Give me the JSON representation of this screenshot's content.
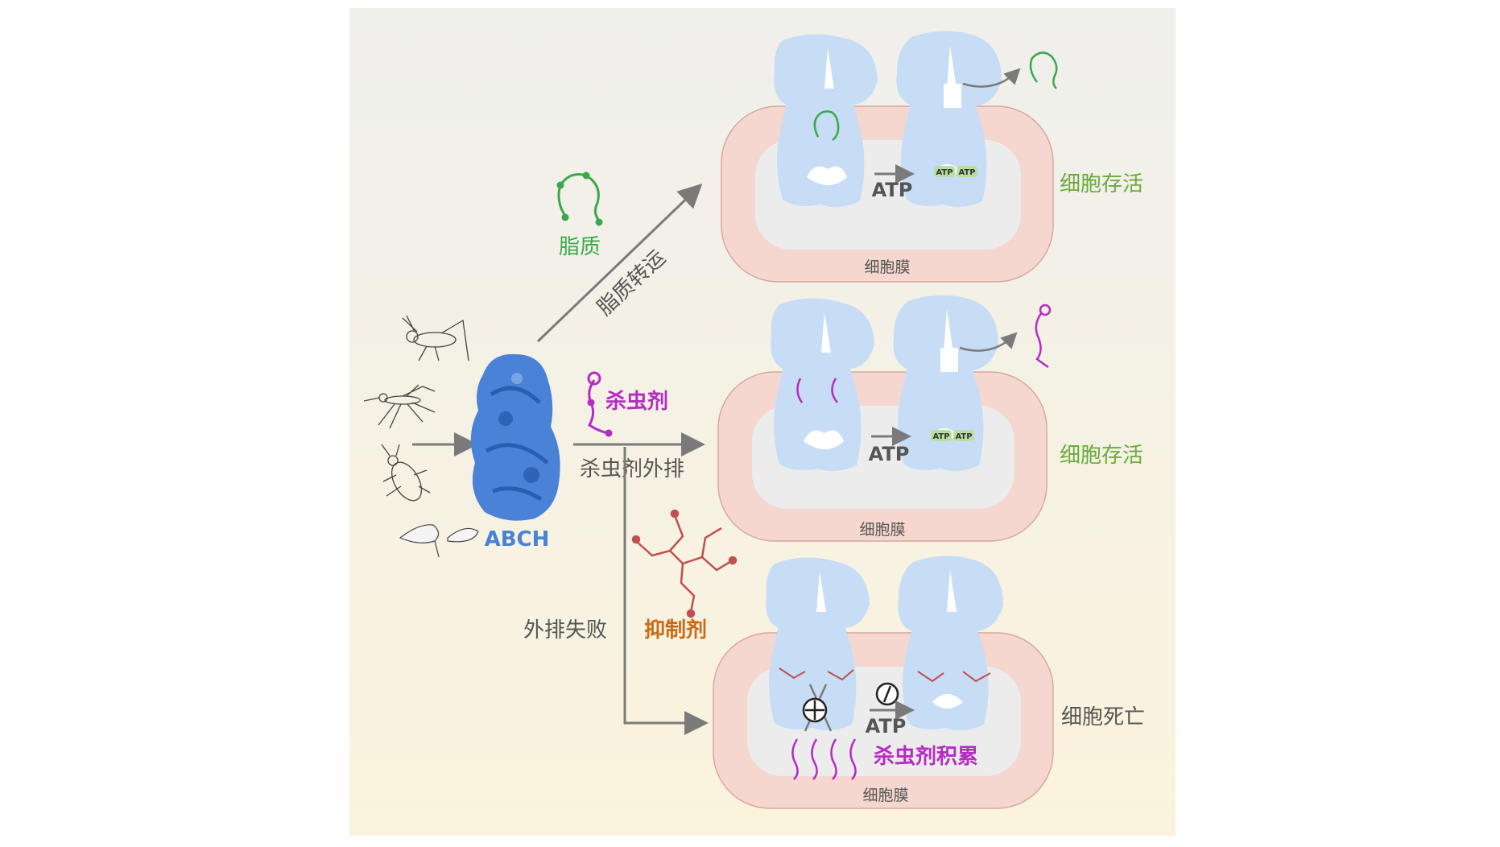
{
  "labels": {
    "lipid": "脂质",
    "lipid_transport": "脂质转运",
    "insecticide": "杀虫剂",
    "insecticide_efflux": "杀虫剂外排",
    "inhibitor": "抑制剂",
    "efflux_failure": "外排失败",
    "protein": "ABCH"
  },
  "panels": [
    {
      "membrane": "细胞膜",
      "atp": "ATP",
      "atp_small_1": "ATP",
      "atp_small_2": "ATP",
      "outcome": "细胞存活"
    },
    {
      "membrane": "细胞膜",
      "atp": "ATP",
      "atp_small_1": "ATP",
      "atp_small_2": "ATP",
      "outcome": "细胞存活"
    },
    {
      "membrane": "细胞膜",
      "atp": "ATP",
      "accumulation": "杀虫剂积累",
      "outcome": "细胞死亡"
    }
  ],
  "colors": {
    "lipid": "#3aa84a",
    "insecticide": "#b62bc4",
    "inhibitor": "#c0504d",
    "protein": "#4a82d8",
    "transporter": "#c7dcf5",
    "membrane": "#f6d7cf",
    "outcome_live": "#6aab3d",
    "outcome_dead": "#555555",
    "inhibitor_label": "#c86a18",
    "arrow": "#7a7a7a"
  },
  "icons": [
    "grasshopper-icon",
    "mosquito-icon",
    "beetle-icon",
    "moth-icon",
    "inhibit-icon"
  ]
}
